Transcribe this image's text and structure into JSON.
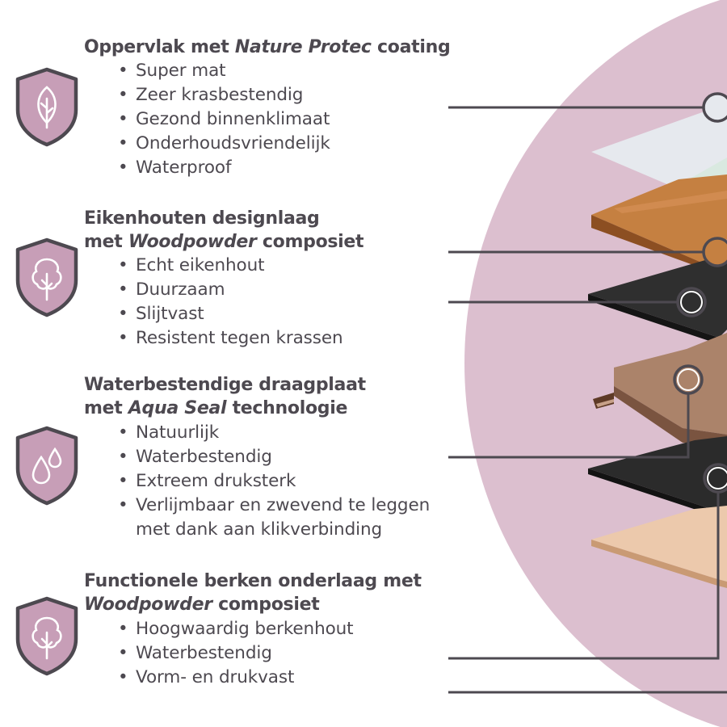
{
  "colors": {
    "pink_background": "#dcbfcf",
    "shield_fill": "#c79eb7",
    "shield_outline": "#4d4950",
    "text": "#4d4950",
    "leader_line": "#4d4950"
  },
  "sections": [
    {
      "icon": "leaf-icon",
      "title_line1": {
        "pre": "Oppervlak met ",
        "em": "Nature Protec",
        "post": " coating"
      },
      "title_line2": null,
      "bullets": [
        "Super mat",
        "Zeer krasbestendig",
        "Gezond binnenklimaat",
        "Onderhoudsvriendelijk",
        "Waterproof"
      ]
    },
    {
      "icon": "tree-icon",
      "title_line1": {
        "pre": "Eikenhouten designlaag",
        "em": "",
        "post": ""
      },
      "title_line2": {
        "pre": "met ",
        "em": "Woodpowder",
        "post": " composiet"
      },
      "bullets": [
        "Echt eikenhout",
        "Duurzaam",
        "Slijtvast",
        "Resistent tegen krassen"
      ]
    },
    {
      "icon": "water-drops-icon",
      "title_line1": {
        "pre": "Waterbestendige draagplaat",
        "em": "",
        "post": ""
      },
      "title_line2": {
        "pre": "met ",
        "em": "Aqua Seal",
        "post": " technologie"
      },
      "bullets": [
        "Natuurlijk",
        "Waterbestendig",
        "Extreem druksterk",
        "Verlijmbaar en zwevend te leggen",
        "met dank aan klikverbinding"
      ]
    },
    {
      "icon": "tree-icon",
      "title_line1": {
        "pre": "Functionele berken onderlaag met",
        "em": "",
        "post": ""
      },
      "title_line2": {
        "pre": "",
        "em": "Woodpowder",
        "post": " composiet"
      },
      "bullets": [
        "Hoogwaardig berkenhout",
        "Waterbestendig",
        "Vorm- en drukvast"
      ]
    }
  ],
  "layers": [
    "protective-coating-layer",
    "oak-veneer-layer",
    "black-balancing-layer",
    "waterproof-core-board",
    "black-bottom-layer",
    "birch-underlayer"
  ]
}
